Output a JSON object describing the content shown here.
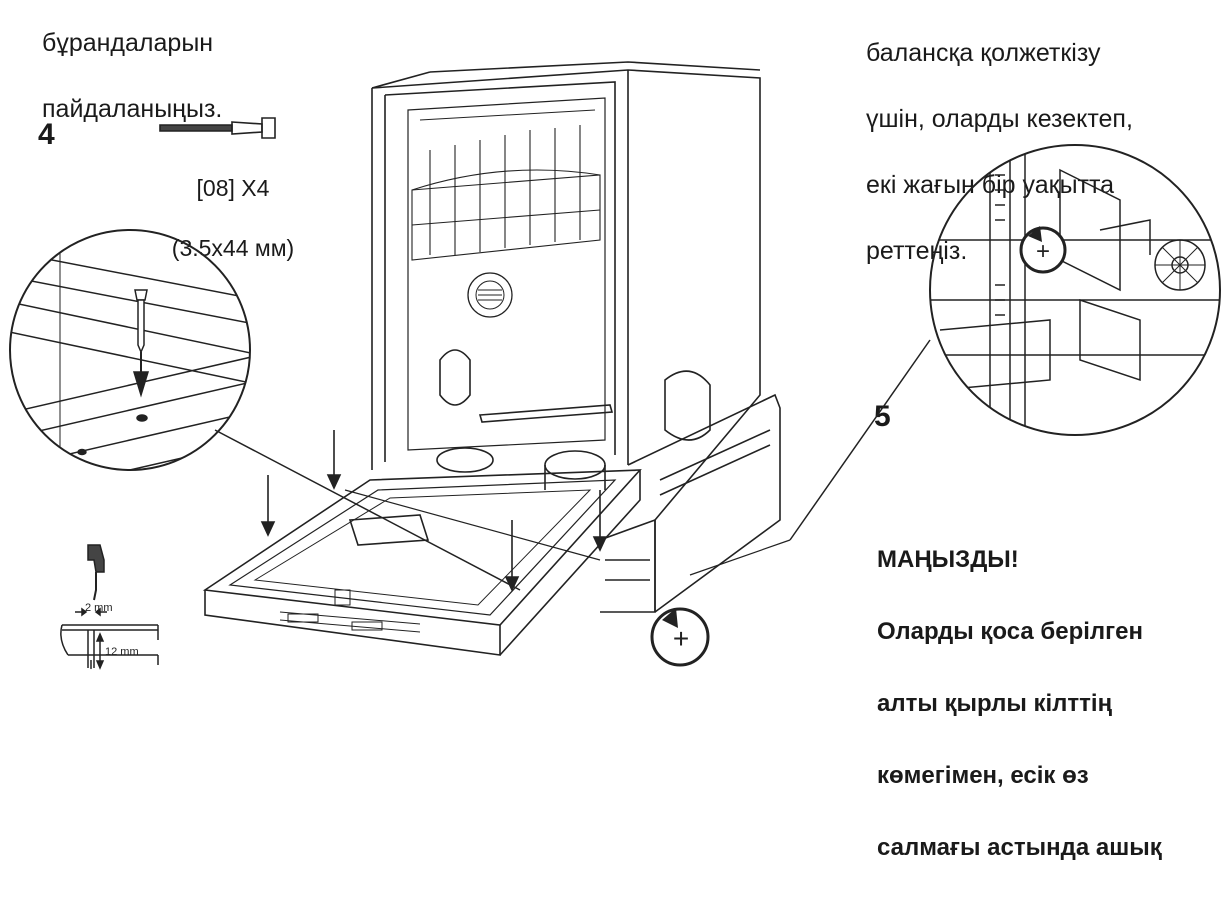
{
  "left_text": {
    "line1": "бұрандаларын",
    "line2": "пайдаланыңыз."
  },
  "step4": {
    "number": "4",
    "screw_code": "[08] X4",
    "screw_size": "(3.5x44 мм)"
  },
  "right_text": {
    "line1": "балансқа қолжеткізу",
    "line2": "үшін, оларды кезектеп,",
    "line3": "екі жағын бір уақытта",
    "line4": "реттеңіз."
  },
  "step5": {
    "number": "5"
  },
  "important": {
    "heading": "МАҢЫЗДЫ!",
    "line1": "Оларды қоса берілген",
    "line2": "алты қырлы кілттің",
    "line3": "көмегімен, есік өз",
    "line4": "салмағы астында ашық"
  },
  "drill_detail": {
    "width_label": "2 mm",
    "depth_label": "12 mm"
  },
  "icons": {
    "rotate_symbol": "+"
  }
}
